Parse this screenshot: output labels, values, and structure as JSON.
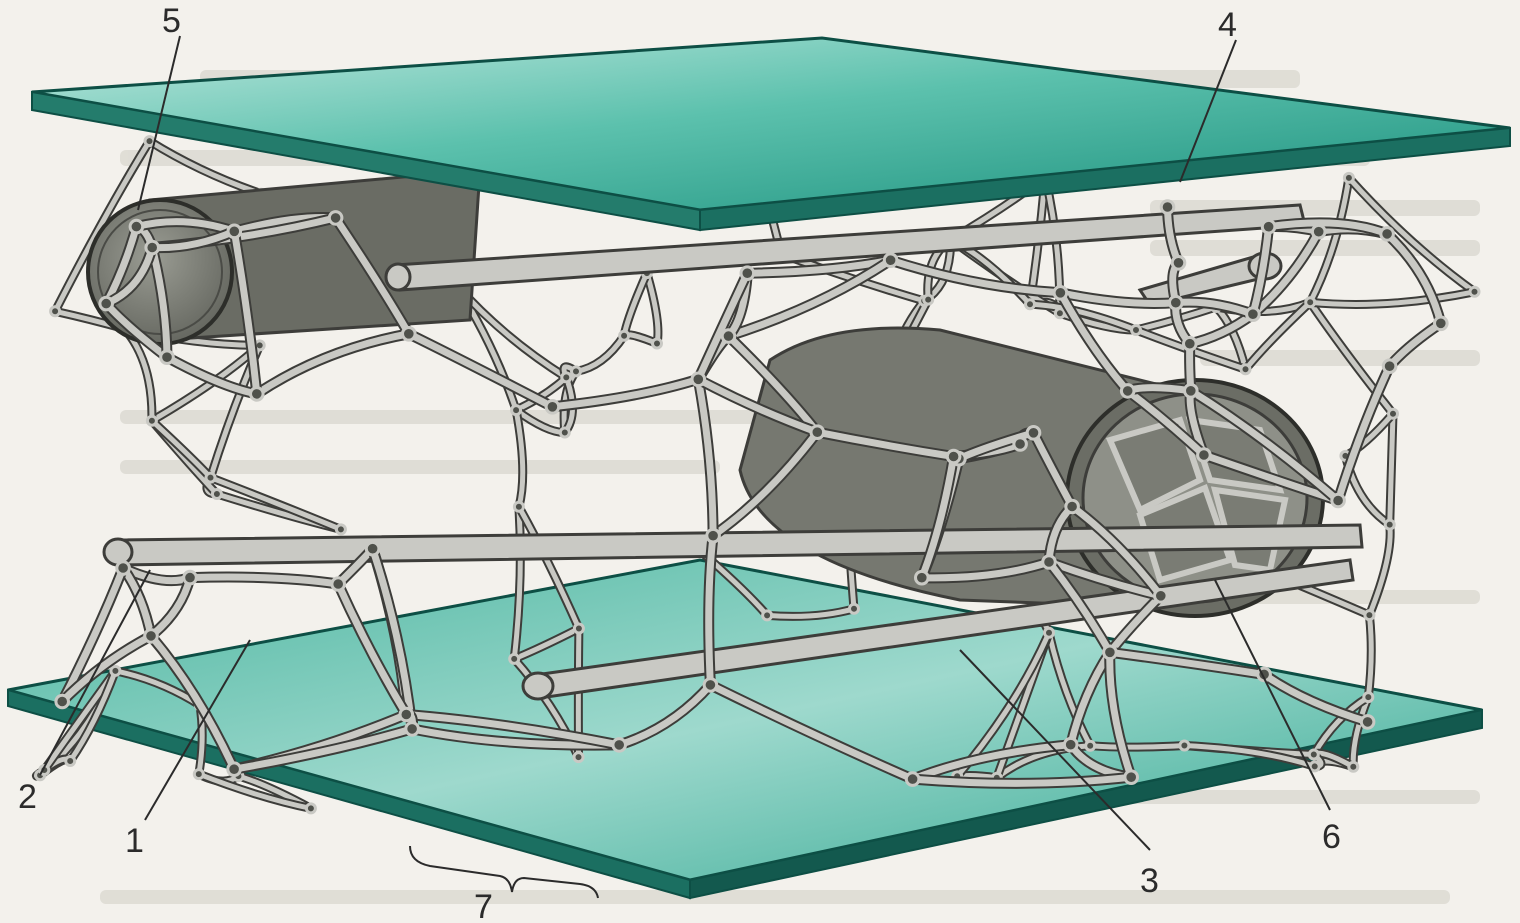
{
  "labels": {
    "l1": "1",
    "l2": "2",
    "l3": "3",
    "l4": "4",
    "l5": "5",
    "l6": "6",
    "l7": "7"
  },
  "colors": {
    "background": "#f3f1ec",
    "membrane": "#1e9a86",
    "membrane_light": "#6cc9b8",
    "membrane_edge": "#0d4f45",
    "network": "#c9c9c4",
    "network_outline": "#3d3d3a",
    "vessel": "#7c7e76",
    "vessel_dark": "#4f514b",
    "background_text": "#b7b5ad"
  }
}
